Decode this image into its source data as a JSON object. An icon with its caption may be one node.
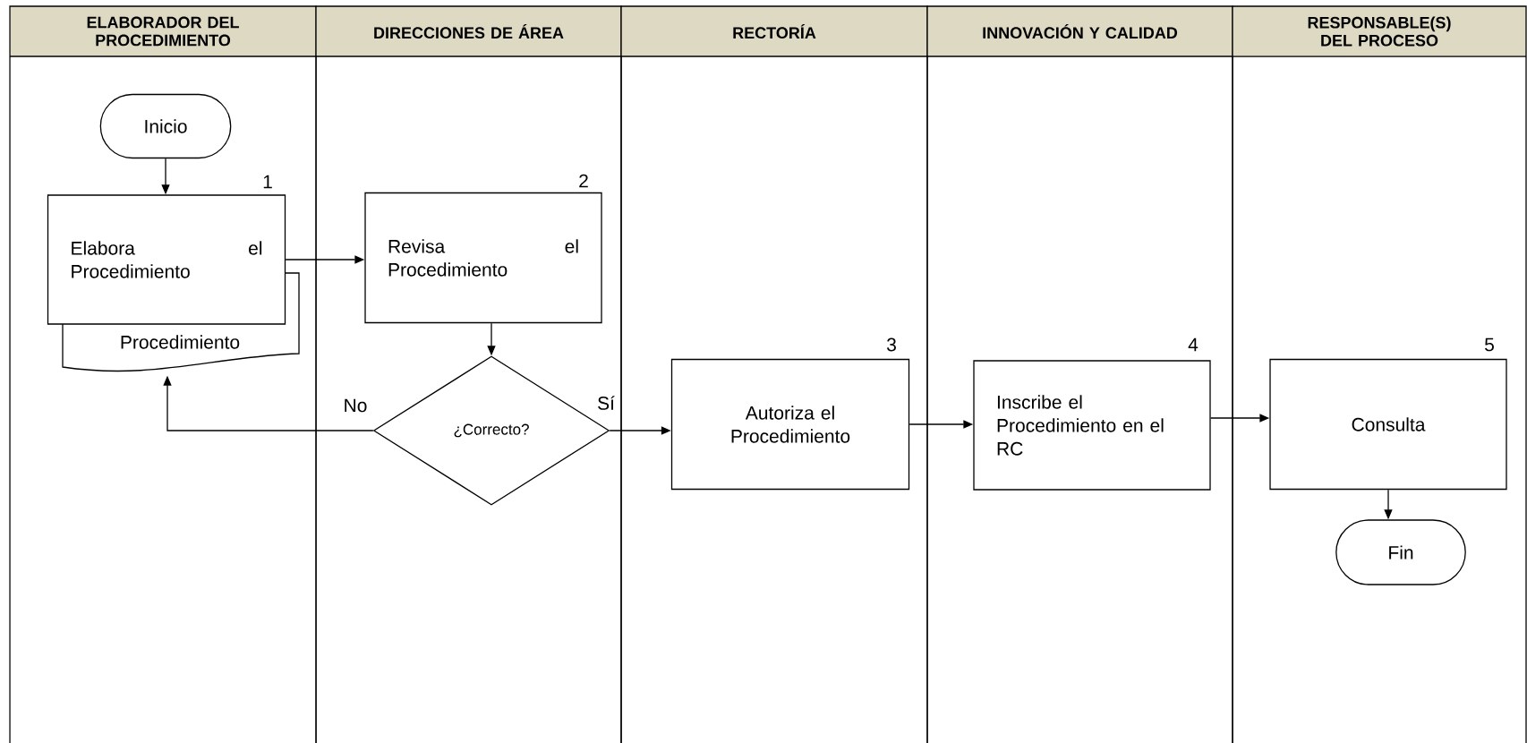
{
  "diagram": {
    "nodes": [
      {
        "text": [
          "ELABORADOR DEL PROCEDIMIENTO"
        ]
      },
      {
        "text": [
          "DIRECCIONES DE ÁREA"
        ]
      },
      {
        "text": [
          "RECTORÍA"
        ]
      },
      {
        "text": [
          "INNOVACIÓN Y CALIDAD"
        ]
      },
      {
        "text": [
          "RESPONSABLE(S) DEL PROCESO"
        ]
      },
      {
        "text": [
          "Inicio"
        ],
        "in": 0
      },
      {
        "text": [
          "Elabora el Procedimiento"
        ],
        "in": 0,
        "beside": [
          "1"
        ]
      },
      {
        "text": [
          "Procedimiento"
        ],
        "in": 0
      },
      {
        "text": [
          "Revisa el Procedimiento"
        ],
        "in": 1,
        "beside": [
          "2"
        ]
      },
      {
        "text": [
          "¿Correcto?"
        ],
        "in": 1
      },
      {
        "text": [
          "Autoriza el Procedimiento"
        ],
        "in": 2,
        "beside": [
          "3"
        ]
      },
      {
        "text": [
          "Inscribe el Procedimiento en el RC"
        ],
        "in": 3,
        "beside": [
          "4"
        ]
      },
      {
        "text": [
          "Consulta"
        ],
        "in": 4,
        "beside": [
          "5"
        ]
      },
      {
        "text": [
          "Fin"
        ],
        "in": 4
      }
    ],
    "edges": [
      {
        "from": 5,
        "to": 6,
        "arrow": "to"
      },
      {
        "from": 6,
        "to": 8,
        "arrow": "to"
      },
      {
        "from": 8,
        "to": 9,
        "arrow": "to"
      },
      {
        "from": 9,
        "to": 7,
        "arrow": "to",
        "label": "No"
      },
      {
        "from": 9,
        "to": 10,
        "arrow": "to",
        "label": "Sí"
      },
      {
        "from": 10,
        "to": 11,
        "arrow": "to"
      },
      {
        "from": 11,
        "to": 12,
        "arrow": "to"
      },
      {
        "from": 12,
        "to": 13,
        "arrow": "to"
      }
    ]
  }
}
